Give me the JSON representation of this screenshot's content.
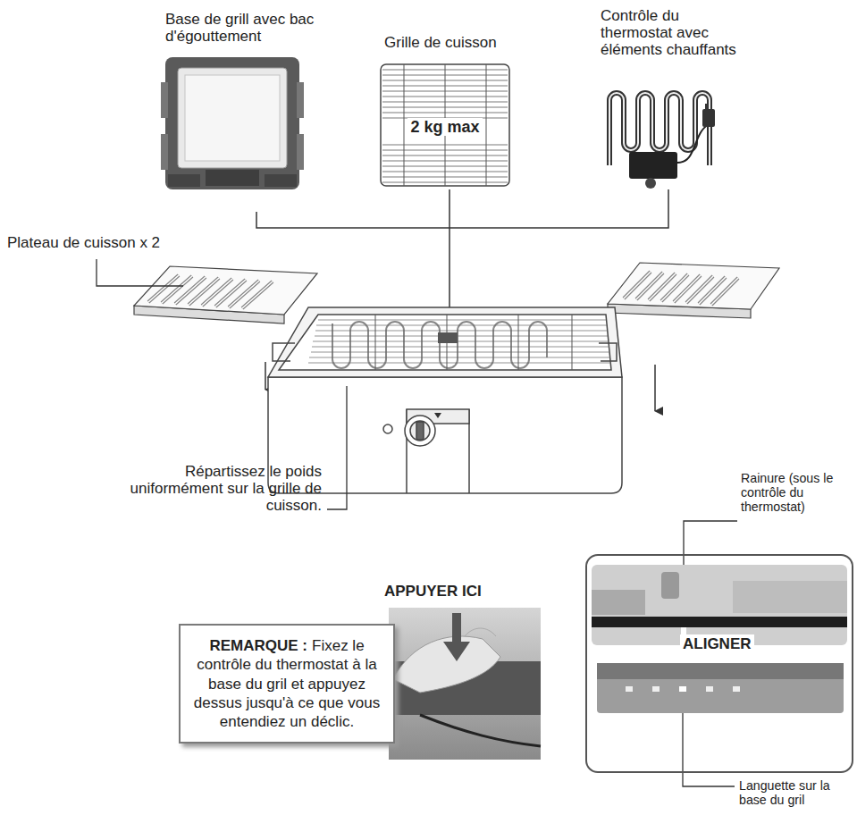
{
  "diagram": {
    "nodes": [
      {
        "text": [
          "REMARQUE :",
          "Fixez le contrôle du thermostat à la base du gril et appuyez dessus jusqu'à ce que vous entendiez un déclic."
        ]
      },
      {
        "text": [
          "ALIGNER"
        ]
      }
    ],
    "labels": [
      "Base de grill avec bac d'égouttement",
      "Grille de cuisson",
      "Contrôle du thermostat avec éléments chauffants",
      "2 kg max",
      "Plateau de cuisson x 2",
      "Rainure (sous le contrôle du thermostat)",
      "Répartissez le poids uniformément sur la grille de cuisson.",
      "APPUYER ICI",
      "Languette sur la base du gril"
    ]
  }
}
